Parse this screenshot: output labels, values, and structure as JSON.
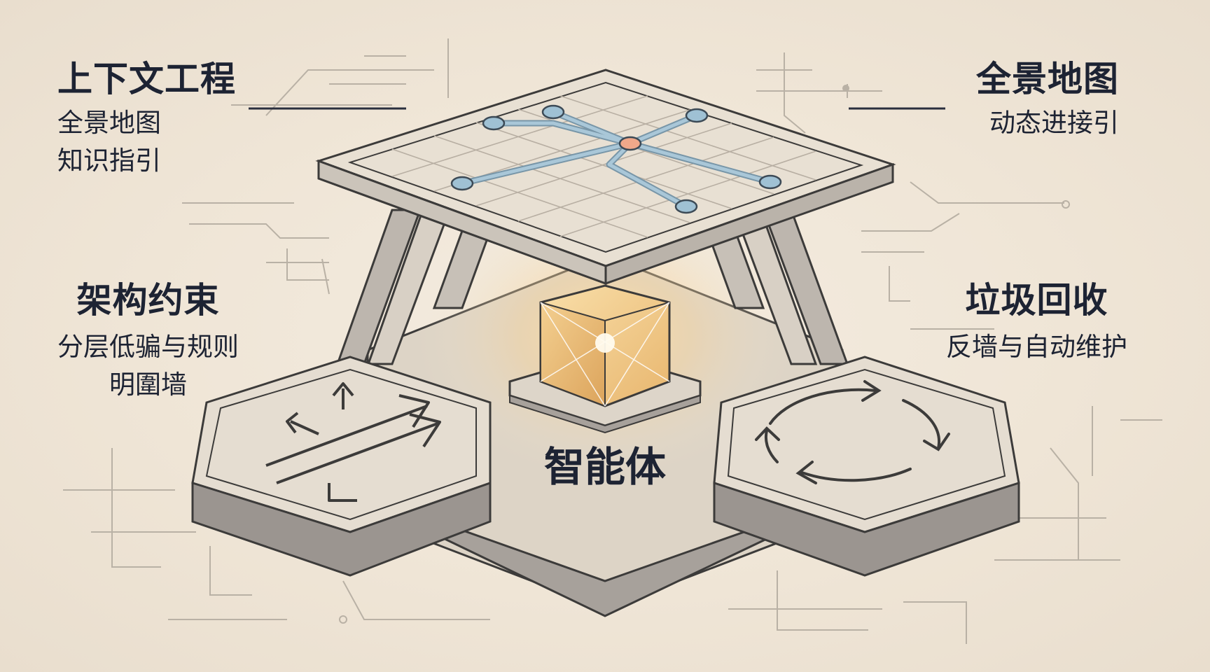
{
  "top_left": {
    "title": "上下文工程",
    "lines": [
      "全景地图",
      "知识指引"
    ]
  },
  "top_right": {
    "title": "全景地图",
    "lines": [
      "动态进接引"
    ]
  },
  "middle_left": {
    "title": "架构约束",
    "lines": [
      "分层低骗与规则",
      "明圍墙"
    ]
  },
  "middle_right": {
    "title": "垃圾回收",
    "lines": [
      "反墙与自动维护"
    ]
  },
  "center": {
    "label": "智能体"
  },
  "colors": {
    "background": "#efe5d6",
    "ink": "#1d2333",
    "stone_top": "#e4dccf",
    "stone_side": "#9b9590",
    "node_blue": "#9fc1d4",
    "glow": "#f6c77a"
  }
}
